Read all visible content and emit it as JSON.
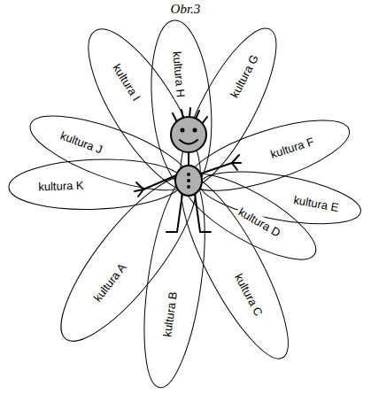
{
  "diagram": {
    "nodes": [
      {
        "text": [
          "kultura I"
        ]
      },
      {
        "text": [
          "kultura H"
        ]
      },
      {
        "text": [
          "kultura G"
        ]
      },
      {
        "text": [
          "kultura F"
        ]
      },
      {
        "text": [
          "kultura E"
        ]
      },
      {
        "text": [
          "kultura D"
        ]
      },
      {
        "text": [
          "kultura C"
        ]
      },
      {
        "text": [
          "kultura B"
        ]
      },
      {
        "text": [
          "kultura A"
        ]
      },
      {
        "text": [
          "kultura K"
        ]
      },
      {
        "text": [
          "kultura J"
        ]
      }
    ],
    "labels": [
      "Obr.3"
    ]
  }
}
